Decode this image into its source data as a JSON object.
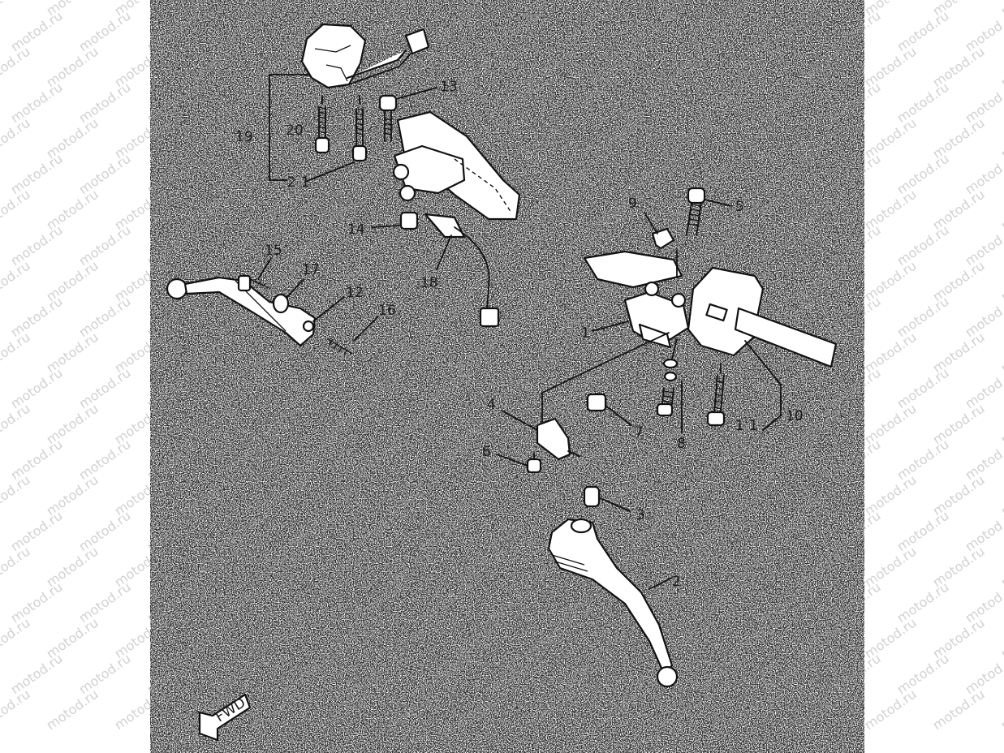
{
  "diagram": {
    "callouts": [
      "1",
      "2",
      "3",
      "4",
      "5",
      "6",
      "7",
      "8",
      "9",
      "10",
      "11",
      "12",
      "13",
      "14",
      "15",
      "16",
      "17",
      "18",
      "19",
      "20",
      "21"
    ],
    "fwd_label": "FWD",
    "watermark": "motod.ru"
  }
}
